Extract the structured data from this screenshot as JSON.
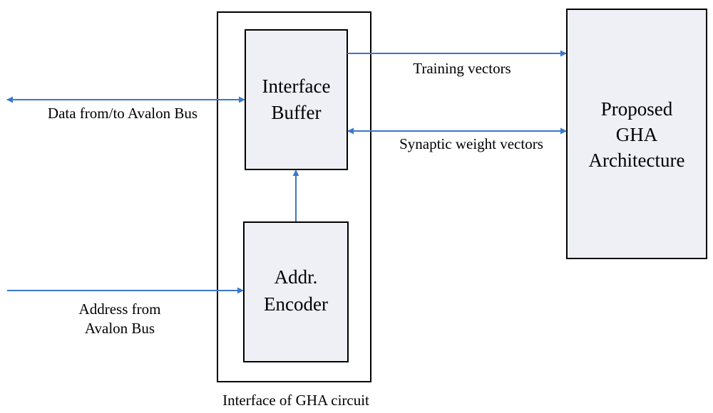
{
  "diagram": {
    "container_label": "Interface of GHA circuit",
    "blocks": {
      "interface_buffer": {
        "line1": "Interface",
        "line2": "Buffer"
      },
      "addr_encoder": {
        "line1": "Addr.",
        "line2": "Encoder"
      },
      "gha_architecture": {
        "line1": "Proposed",
        "line2": "GHA",
        "line3": "Architecture"
      }
    },
    "connections": {
      "data_bus": {
        "label": "Data from/to Avalon Bus",
        "direction": "bidirectional"
      },
      "address_bus": {
        "label_line1": "Address from",
        "label_line2": "Avalon Bus",
        "direction": "in"
      },
      "training": {
        "label": "Training vectors",
        "direction": "to-gha"
      },
      "synaptic": {
        "label": "Synaptic weight vectors",
        "direction": "bidirectional"
      },
      "encoder_to_buffer": {
        "direction": "up"
      }
    },
    "colors": {
      "arrow": "#3a78c8",
      "block_fill": "#eef0f5",
      "outline": "#000000"
    }
  }
}
